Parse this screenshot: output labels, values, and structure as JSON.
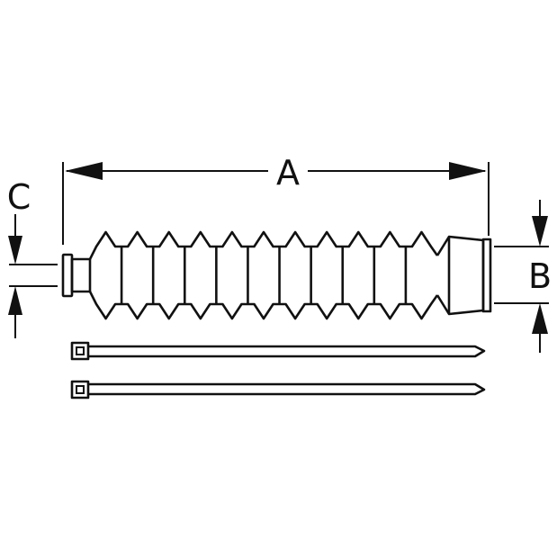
{
  "diagram": {
    "labels": {
      "a": "A",
      "b": "B",
      "c": "C"
    },
    "parts": [
      "bellows-boot",
      "cable-tie",
      "cable-tie"
    ]
  }
}
